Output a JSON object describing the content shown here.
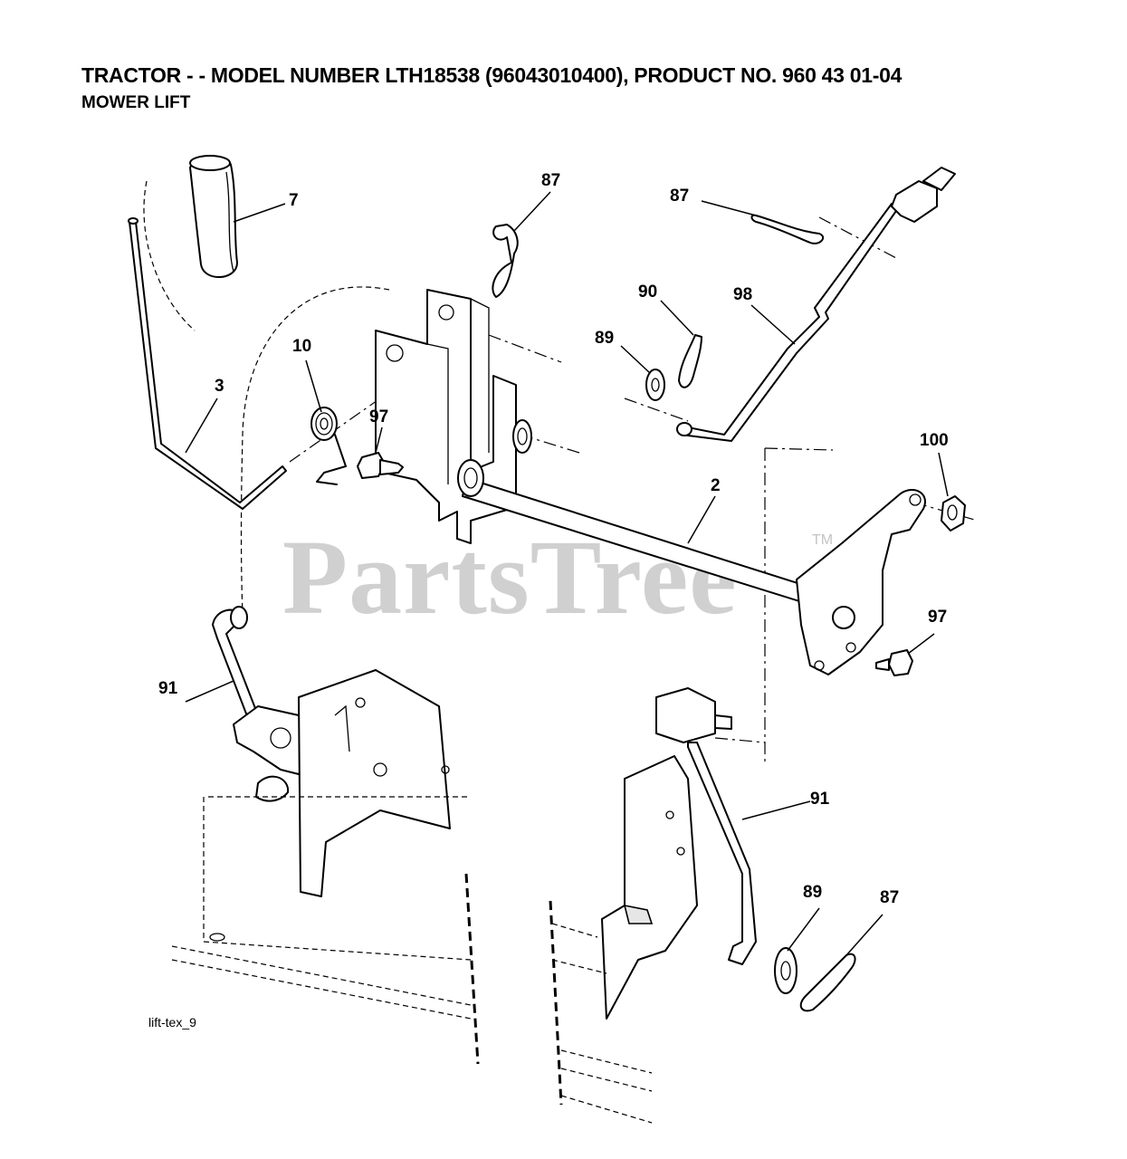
{
  "header": {
    "title": "TRACTOR - - MODEL NUMBER LTH18538 (96043010400), PRODUCT NO. 960 43 01-04",
    "subtitle": "MOWER LIFT"
  },
  "watermark": {
    "text": "PartsTree",
    "tm": "TM"
  },
  "caption": "lift-tex_9",
  "callouts": [
    "7",
    "87",
    "87",
    "90",
    "98",
    "89",
    "10",
    "3",
    "97",
    "100",
    "2",
    "97",
    "91",
    "91",
    "89",
    "87"
  ]
}
